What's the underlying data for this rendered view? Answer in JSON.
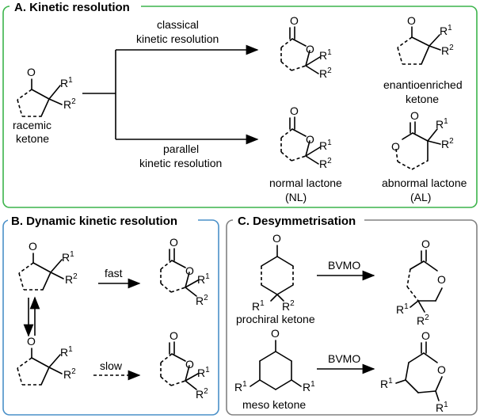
{
  "panels": {
    "a": {
      "title": "A. Kinetic resolution",
      "color": "#3cb44b"
    },
    "b": {
      "title": "B. Dynamic kinetic resolution",
      "color": "#4a90c8"
    },
    "c": {
      "title": "C. Desymmetrisation",
      "color": "#808080"
    }
  },
  "labels": {
    "classical_1": "classical",
    "classical_2": "kinetic resolution",
    "parallel_1": "parallel",
    "parallel_2": "kinetic resolution",
    "racemic_1": "racemic",
    "racemic_2": "ketone",
    "enantio_1": "enantioenriched",
    "enantio_2": "ketone",
    "normal_1": "normal lactone",
    "normal_2": "(NL)",
    "abnormal_1": "abnormal lactone",
    "abnormal_2": "(AL)",
    "fast": "fast",
    "slow": "slow",
    "bvmo_1": "BVMO",
    "bvmo_2": "BVMO",
    "prochiral": "prochiral ketone",
    "meso": "meso ketone"
  },
  "atoms": {
    "O": "O",
    "R": "R",
    "one": "1",
    "two": "2"
  }
}
